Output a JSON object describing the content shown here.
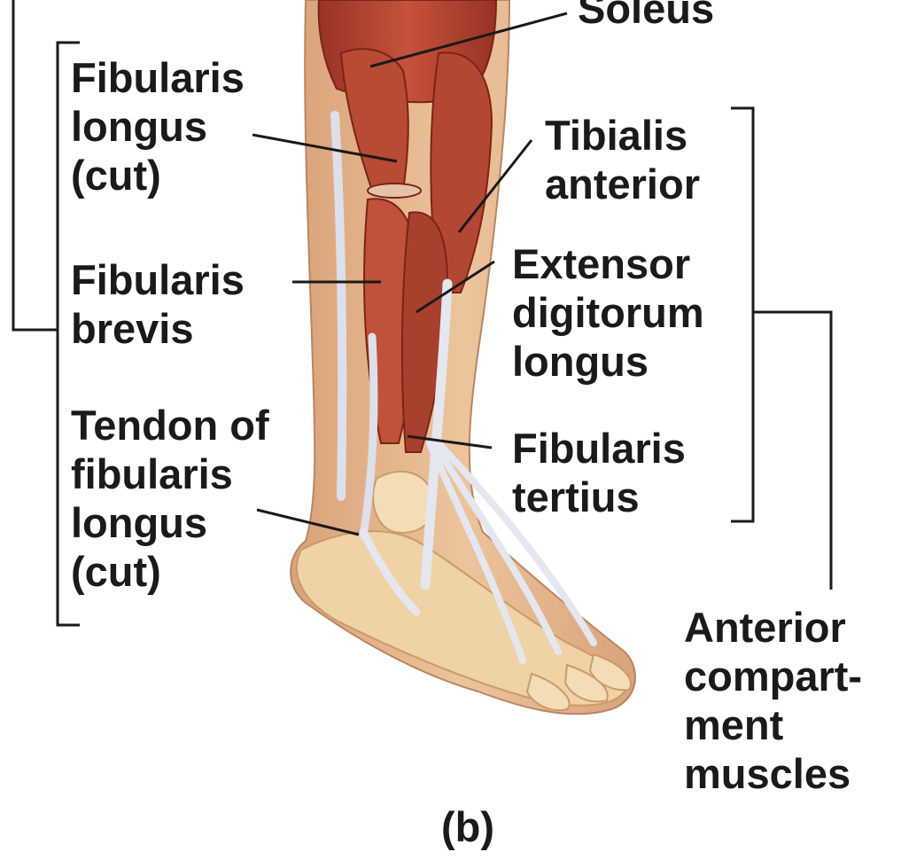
{
  "figure": {
    "panel_letter": "(b)",
    "labels": {
      "soleus": "Soleus",
      "fibularis_longus_cut": "Fibularis\nlongus\n(cut)",
      "fibularis_brevis": "Fibularis\nbrevis",
      "tendon_fibularis_longus_cut": "Tendon of\nfibularis\nlongus\n(cut)",
      "tibialis_anterior": "Tibialis\nanterior",
      "extensor_digitorum_longus": "Extensor\ndigitorum\nlongus",
      "fibularis_tertius": "Fibularis\ntertius",
      "anterior_compartment_muscles": "Anterior\ncompart-\nment\nmuscles"
    },
    "colors": {
      "muscle": "#b5402f",
      "muscle_dark": "#8a2a1f",
      "tendon": "#d9dce6",
      "skin": "#e3b48a",
      "bone": "#efd2a6",
      "leader_line": "#1a1a1a"
    }
  }
}
